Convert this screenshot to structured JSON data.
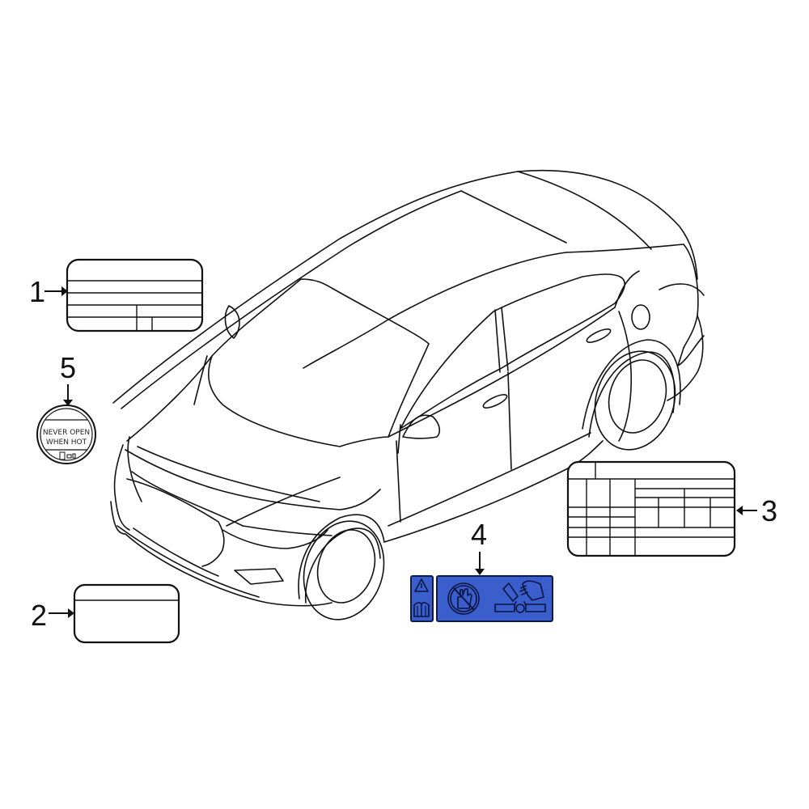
{
  "diagram": {
    "subject": "Sedan vehicle — labels and decals locations",
    "background": "#ffffff",
    "line_color": "#111111",
    "accent_color": "#3a5fcd"
  },
  "callouts": [
    {
      "number": "1",
      "label_type": "ruled-label-5-rows",
      "arrow": "right"
    },
    {
      "number": "2",
      "label_type": "plain-label-header-line",
      "arrow": "right"
    },
    {
      "number": "3",
      "label_type": "grid-label-table",
      "arrow": "left"
    },
    {
      "number": "4",
      "label_type": "blue-warning-decal",
      "arrow": "down"
    },
    {
      "number": "5",
      "label_type": "round-cap-label",
      "arrow": "down"
    }
  ],
  "cap_label": {
    "line1": "NEVER OPEN",
    "line2": "WHEN HOT"
  },
  "warning_decal": {
    "icons": [
      "warning-triangle-icon",
      "manual-book-icon",
      "no-hand-icon",
      "fan-belt-hand-icon"
    ]
  }
}
